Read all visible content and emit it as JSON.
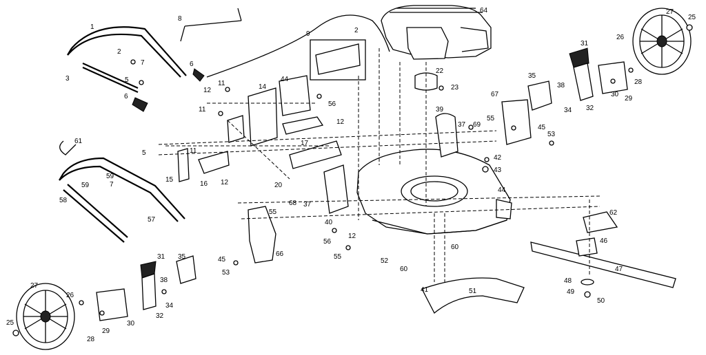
{
  "diagram": {
    "part_labels": [
      "64",
      "2",
      "9",
      "8",
      "1",
      "2",
      "7",
      "3",
      "5",
      "6",
      "6",
      "11",
      "12",
      "11",
      "14",
      "44",
      "56",
      "12",
      "17",
      "22",
      "23",
      "67",
      "35",
      "31",
      "38",
      "34",
      "32",
      "30",
      "29",
      "28",
      "26",
      "27",
      "25",
      "39",
      "37",
      "69",
      "55",
      "45",
      "53",
      "42",
      "43",
      "44",
      "61",
      "5",
      "59",
      "59",
      "7",
      "58",
      "11",
      "15",
      "16",
      "12",
      "20",
      "57",
      "55",
      "68",
      "37",
      "40",
      "12",
      "56",
      "55",
      "52",
      "60",
      "60",
      "41",
      "66",
      "45",
      "53",
      "31",
      "35",
      "38",
      "34",
      "32",
      "28",
      "29",
      "30",
      "26",
      "27",
      "25",
      "62",
      "46",
      "47",
      "48",
      "49",
      "50",
      "51"
    ]
  }
}
